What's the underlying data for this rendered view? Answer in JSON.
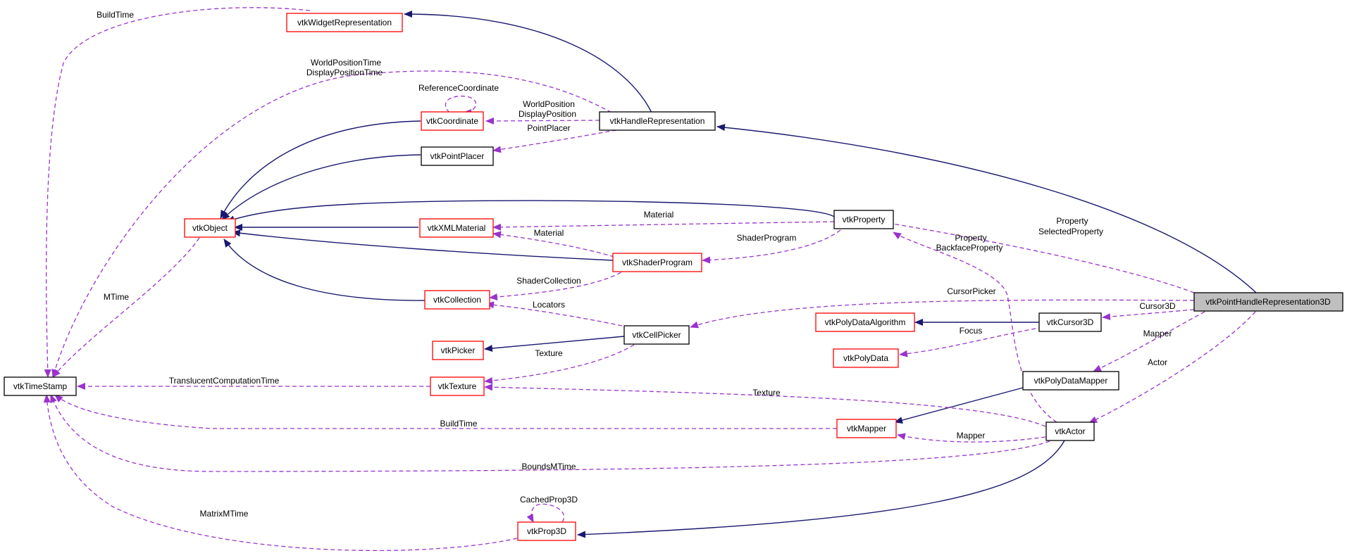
{
  "diagram": {
    "colors": {
      "inherit_edge": "#191970",
      "usage_edge": "#9a32cd",
      "node_border_documented": "#000000",
      "node_border_undocumented": "#ff0000",
      "focus_fill": "#bfbfbf"
    },
    "nodes": {
      "vtkWidgetRepresentation": "vtkWidgetRepresentation",
      "vtkHandleRepresentation": "vtkHandleRepresentation",
      "vtkCoordinate": "vtkCoordinate",
      "vtkPointPlacer": "vtkPointPlacer",
      "vtkObject": "vtkObject",
      "vtkXMLMaterial": "vtkXMLMaterial",
      "vtkProperty": "vtkProperty",
      "vtkShaderProgram": "vtkShaderProgram",
      "vtkCollection": "vtkCollection",
      "vtkPointHandleRepresentation3D": "vtkPointHandleRepresentation3D",
      "vtkPolyDataAlgorithm": "vtkPolyDataAlgorithm",
      "vtkCursor3D": "vtkCursor3D",
      "vtkCellPicker": "vtkCellPicker",
      "vtkPicker": "vtkPicker",
      "vtkPolyData": "vtkPolyData",
      "vtkTimeStamp": "vtkTimeStamp",
      "vtkTexture": "vtkTexture",
      "vtkPolyDataMapper": "vtkPolyDataMapper",
      "vtkMapper": "vtkMapper",
      "vtkActor": "vtkActor",
      "vtkProp3D": "vtkProp3D"
    },
    "edge_labels": {
      "buildtime_top": "BuildTime",
      "worldpositiontime": "WorldPositionTime",
      "displaypositiontime": "DisplayPositionTime",
      "referencecoordinate": "ReferenceCoordinate",
      "worldposition": "WorldPosition",
      "displayposition": "DisplayPosition",
      "pointplacer": "PointPlacer",
      "material_prop": "Material",
      "material_shader": "Material",
      "shaderprogram": "ShaderProgram",
      "property_selected_1": "Property",
      "property_selected_2": "SelectedProperty",
      "property_backface_1": "Property",
      "property_backface_2": "BackfaceProperty",
      "mtime": "MTime",
      "shadercollection": "ShaderCollection",
      "cursorpicker": "CursorPicker",
      "cursor3d": "Cursor3D",
      "locators": "Locators",
      "focus": "Focus",
      "mapper_top": "Mapper",
      "texture_cell": "Texture",
      "actor": "Actor",
      "translucent": "TranslucentComputationTime",
      "texture_actor": "Texture",
      "buildtime_bottom": "BuildTime",
      "mapper_actor": "Mapper",
      "boundsmtime": "BoundsMTime",
      "cachedprop3d": "CachedProp3D",
      "matrixmtime": "MatrixMTime"
    }
  }
}
